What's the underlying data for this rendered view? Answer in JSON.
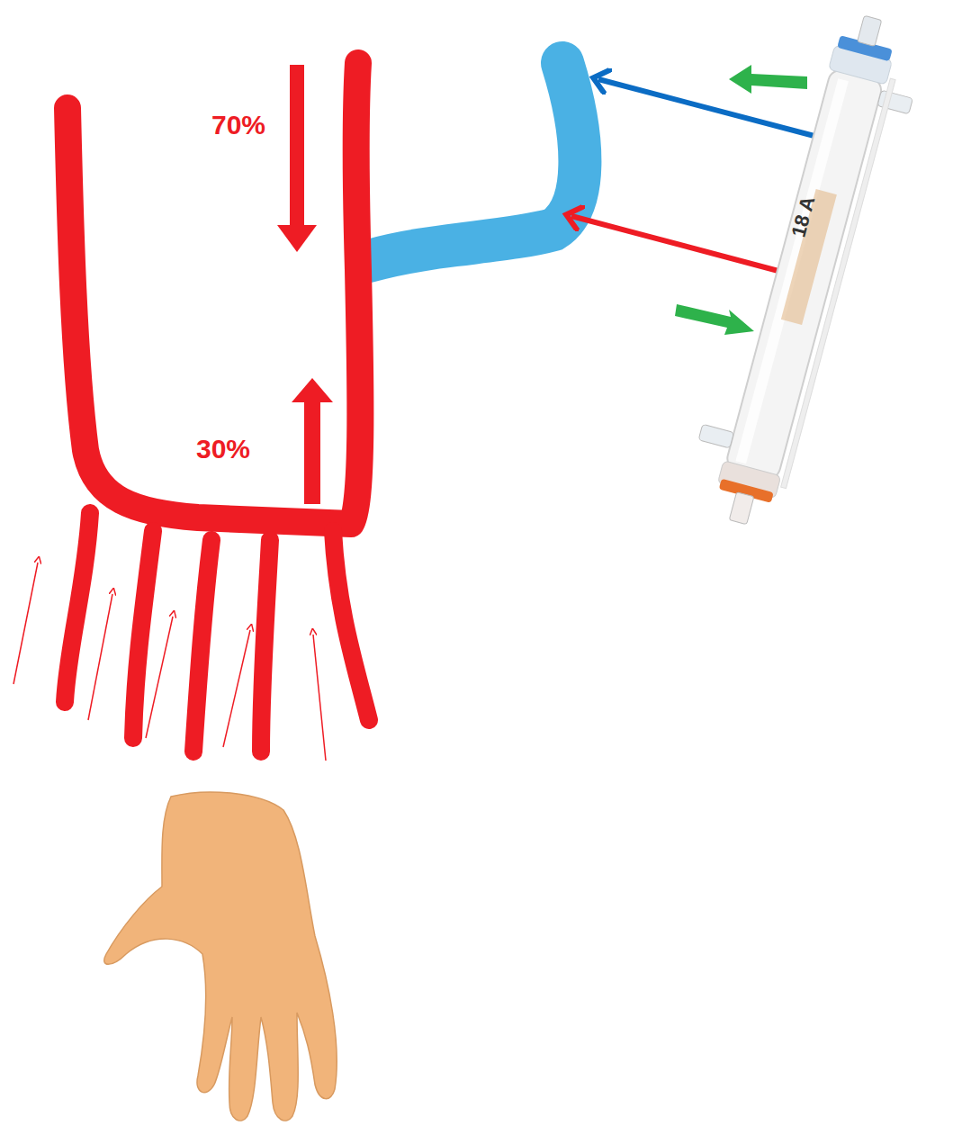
{
  "diagram": {
    "labels": [
      "70%",
      "30%",
      "18 A"
    ]
  }
}
